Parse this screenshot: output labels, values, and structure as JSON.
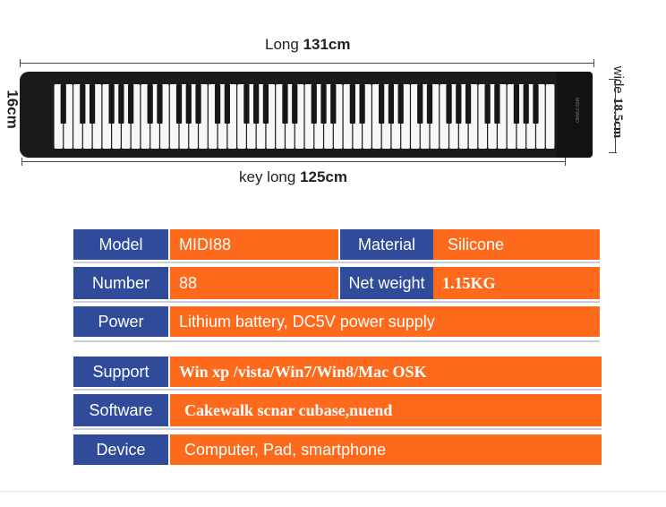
{
  "dimensions": {
    "length_label": "Long",
    "length_value": "131cm",
    "key_length_label": "key long",
    "key_length_value": "125cm",
    "width_label": "wide",
    "width_value": "18.5cm",
    "height_value": "16cm"
  },
  "keyboard": {
    "white_keys": 52,
    "panel_text": "MIDI PIANO"
  },
  "specs": [
    {
      "label": "Model",
      "value": "MIDI88",
      "label2": "Material",
      "value2": "Silicone"
    },
    {
      "label": "Number",
      "value": "88",
      "label2": "Net weight",
      "value2": "1.15KG"
    },
    {
      "label": "Power",
      "value": "Lithium battery, DC5V power supply"
    },
    {
      "label": "Support",
      "value": "Win xp /vista/Win7/Win8/Mac OSK"
    },
    {
      "label": "Software",
      "value": "Cakewalk scnar cubase,nuend"
    },
    {
      "label": "Device",
      "value": "Computer, Pad, smartphone"
    }
  ],
  "colors": {
    "label_bg": "#2f4b9a",
    "value_bg": "#fd6a1c",
    "keyboard_body": "#1b1b1b"
  }
}
